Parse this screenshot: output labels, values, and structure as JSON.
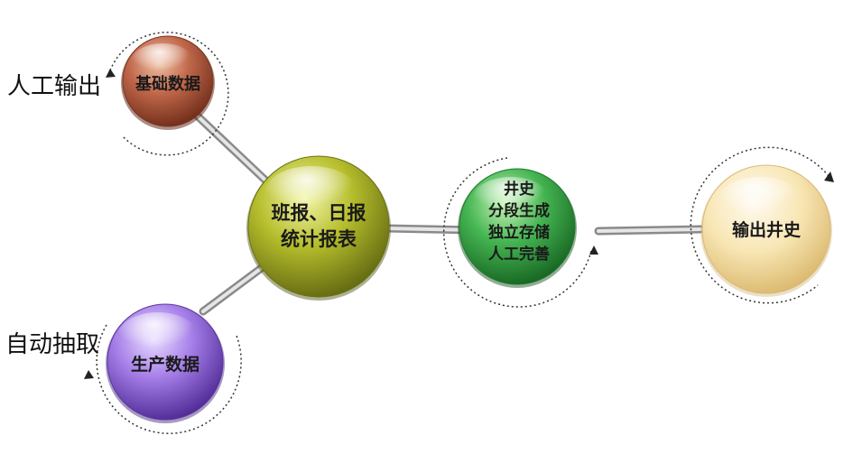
{
  "nodes": {
    "basic_data": {
      "label": "基础数据",
      "color": "#b5553a"
    },
    "production_data": {
      "label": "生产数据",
      "color": "#8d5fd3"
    },
    "report_stats": {
      "lines": [
        "班报、日报",
        "统计报表"
      ],
      "color": "#a9b323"
    },
    "well_history": {
      "lines": [
        "井史",
        "分段生成",
        "独立存储",
        "人工完善"
      ],
      "color": "#3aa84a"
    },
    "output_history": {
      "label": "输出井史",
      "color": "#f5dfa3"
    }
  },
  "side_labels": {
    "manual_output": "人工输出",
    "auto_extract": "自动抽取"
  }
}
